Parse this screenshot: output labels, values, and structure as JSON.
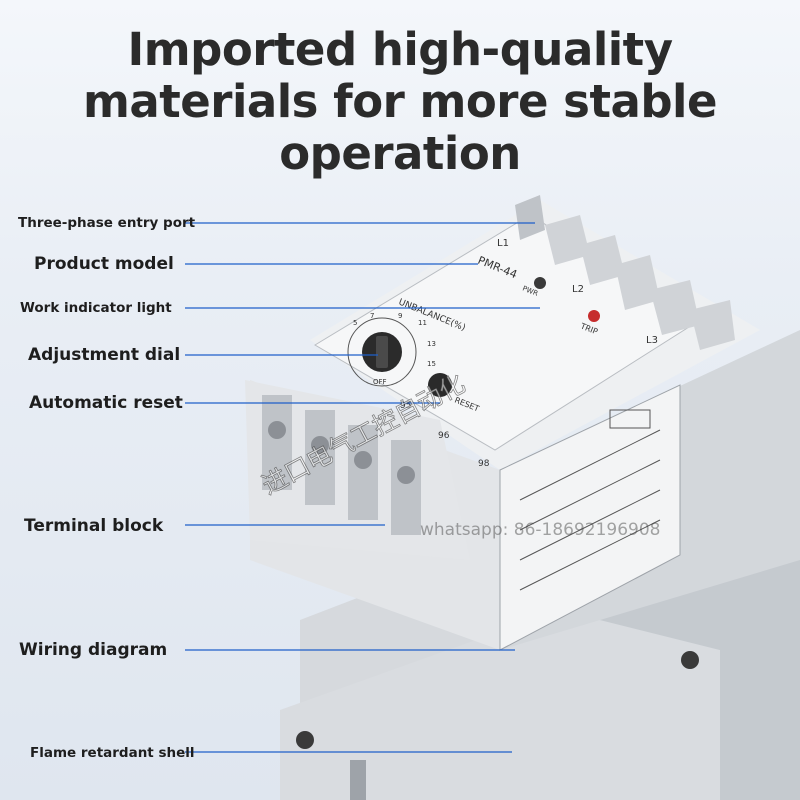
{
  "headline": {
    "line1": "Imported high-quality",
    "line2": "materials for more stable",
    "line3": "operation"
  },
  "callouts": [
    {
      "id": "entry-port",
      "label": "Three-phase entry port"
    },
    {
      "id": "product-model",
      "label": "Product model"
    },
    {
      "id": "indicator-light",
      "label": "Work indicator light"
    },
    {
      "id": "adjustment-dial",
      "label": "Adjustment dial"
    },
    {
      "id": "automatic-reset",
      "label": "Automatic reset"
    },
    {
      "id": "terminal-block",
      "label": "Terminal block"
    },
    {
      "id": "wiring-diagram",
      "label": "Wiring diagram"
    },
    {
      "id": "flame-shell",
      "label": "Flame retardant shell"
    }
  ],
  "device": {
    "model": "PMR-44",
    "pwr": "PWR",
    "trip": "TRIP",
    "unbalance": "UNBALANCE(%)",
    "off": "OFF",
    "reset": "RESET",
    "l1": "L1",
    "l2": "L2",
    "l3": "L3",
    "t95": "95",
    "t96": "96",
    "t98": "98",
    "dial_ticks": [
      "5",
      "7",
      "9",
      "11",
      "13",
      "15"
    ]
  },
  "watermark": "whatsapp: 86-18692196908",
  "watermark_cn": "进口电气工控自动化",
  "colors": {
    "callout_line": "#1f5fc9",
    "housing": "#eceef0",
    "housing_shadow": "#c9cdd2",
    "trip_led": "#c62d2d"
  }
}
